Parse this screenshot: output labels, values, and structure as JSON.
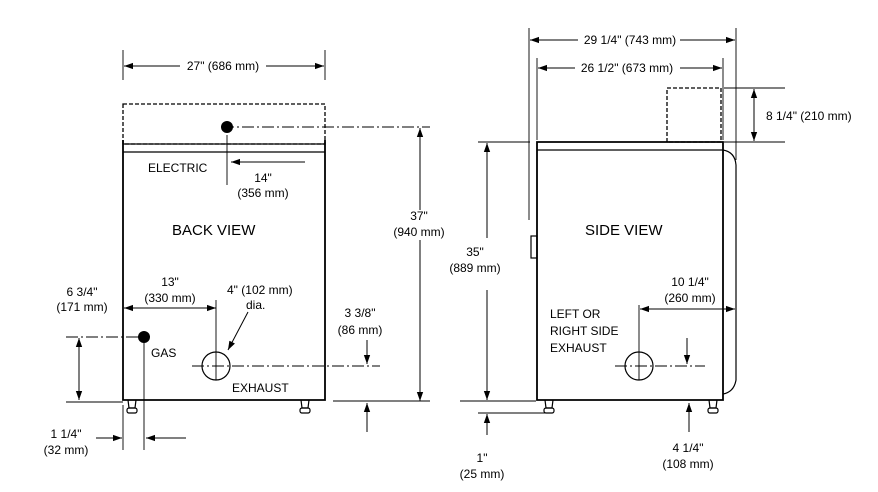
{
  "back_view": {
    "title": "BACK VIEW",
    "electric_label": "ELECTRIC",
    "gas_label": "GAS",
    "exhaust_label": "EXHAUST",
    "dim_width": "27\" (686 mm)",
    "dim_height_top": "37\"",
    "dim_height_bottom": "(940 mm)",
    "dim_electric_top": "14\"",
    "dim_electric_bottom": "(356 mm)",
    "dim_gas_x_top": "13\"",
    "dim_gas_x_bottom": "(330 mm)",
    "dim_exhaust_dia_top": "4\" (102 mm)",
    "dim_exhaust_dia_bottom": "dia.",
    "dim_gas_height_top": "6 3/4\"",
    "dim_gas_height_bottom": "(171 mm)",
    "dim_exhaust_height_top": "3 3/8\"",
    "dim_exhaust_height_bottom": "(86 mm)",
    "dim_gas_offset_top": "1 1/4\"",
    "dim_gas_offset_bottom": "(32 mm)"
  },
  "side_view": {
    "title": "SIDE VIEW",
    "exhaust_line1": "LEFT OR",
    "exhaust_line2": "RIGHT SIDE",
    "exhaust_line3": "EXHAUST",
    "dim_overall_depth": "29 1/4\" (743 mm)",
    "dim_cabinet_depth": "26 1/2\" (673 mm)",
    "dim_vent_height": "8 1/4\" (210 mm)",
    "dim_height_top": "35\"",
    "dim_height_bottom": "(889 mm)",
    "dim_exhaust_x_top": "10 1/4\"",
    "dim_exhaust_x_bottom": "(260 mm)",
    "dim_feet_top": "4 1/4\"",
    "dim_feet_bottom": "(108 mm)",
    "dim_clearance_top": "1\"",
    "dim_clearance_bottom": "(25 mm)"
  },
  "icons": {
    "arrowhead": "arrowhead-icon",
    "connection": "filled-circle-icon"
  }
}
